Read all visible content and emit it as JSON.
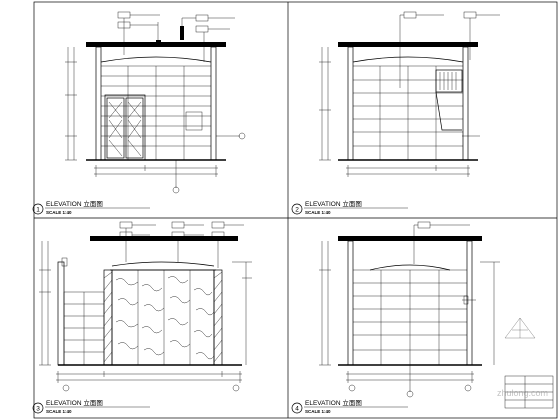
{
  "drawing": {
    "panels": [
      {
        "number": "1",
        "title": "ELEVATION 立面图",
        "scale": "SCALE 1:40"
      },
      {
        "number": "2",
        "title": "ELEVATION 立面图",
        "scale": "SCALE 1:40"
      },
      {
        "number": "3",
        "title": "ELEVATION 立面图",
        "scale": "SCALE 1:40"
      },
      {
        "number": "4",
        "title": "ELEVATION 立面图",
        "scale": "SCALE 1:40"
      }
    ],
    "watermark": "zhulong.com"
  },
  "colors": {
    "line": "#000000",
    "paper": "#ffffff",
    "watermark": "#9a9a9a"
  }
}
